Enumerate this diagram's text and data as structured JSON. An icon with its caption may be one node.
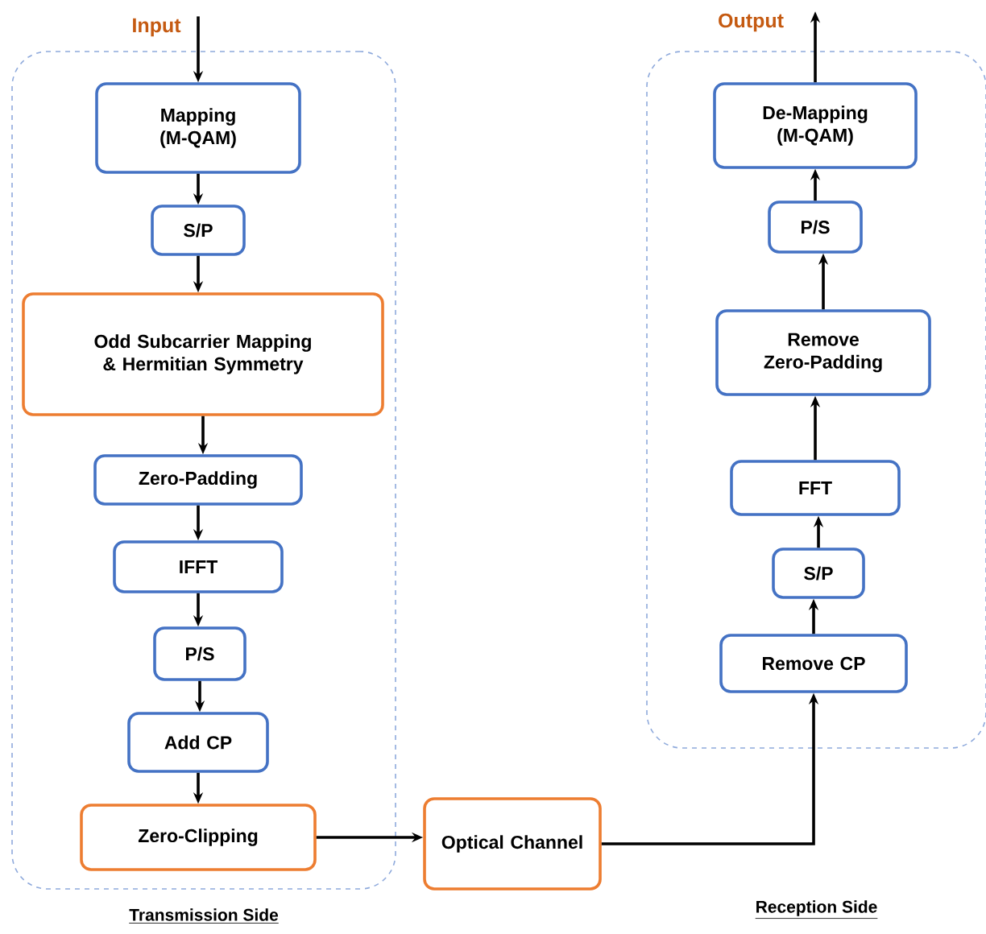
{
  "diagram": {
    "nodes": [
      {
        "text": [
          "Input"
        ]
      },
      {
        "text": [
          "Transmission Side"
        ]
      },
      {
        "text": [
          "Mapping (M-QAM)"
        ],
        "in": 1
      },
      {
        "text": [
          "S/P"
        ],
        "in": 1
      },
      {
        "text": [
          "Odd Subcarrier Mapping & Hermitian Symmetry"
        ],
        "in": 1
      },
      {
        "text": [
          "Zero-Padding"
        ],
        "in": 1
      },
      {
        "text": [
          "IFFT"
        ],
        "in": 1
      },
      {
        "text": [
          "P/S"
        ],
        "in": 1
      },
      {
        "text": [
          "Add CP"
        ],
        "in": 1
      },
      {
        "text": [
          "Zero-Clipping"
        ],
        "in": 1
      },
      {
        "text": [
          "Optical Channel"
        ]
      },
      {
        "text": [
          "Output"
        ]
      },
      {
        "text": [
          "Reception Side"
        ]
      },
      {
        "text": [
          "De-Mapping (M-QAM)"
        ],
        "in": 12
      },
      {
        "text": [
          "P/S"
        ],
        "in": 12
      },
      {
        "text": [
          "Remove Zero-Padding"
        ],
        "in": 12
      },
      {
        "text": [
          "FFT"
        ],
        "in": 12
      },
      {
        "text": [
          "S/P"
        ],
        "in": 12
      },
      {
        "text": [
          "Remove CP"
        ],
        "in": 12
      }
    ],
    "edges": [
      {
        "from": 0,
        "to": 2,
        "arrow": "to"
      },
      {
        "from": 2,
        "to": 3,
        "arrow": "to"
      },
      {
        "from": 3,
        "to": 4,
        "arrow": "to"
      },
      {
        "from": 4,
        "to": 5,
        "arrow": "to"
      },
      {
        "from": 5,
        "to": 6,
        "arrow": "to"
      },
      {
        "from": 6,
        "to": 7,
        "arrow": "to"
      },
      {
        "from": 7,
        "to": 8,
        "arrow": "to"
      },
      {
        "from": 8,
        "to": 9,
        "arrow": "to"
      },
      {
        "from": 9,
        "to": 10,
        "arrow": "to"
      },
      {
        "from": 10,
        "to": 18,
        "arrow": "to"
      },
      {
        "from": 18,
        "to": 17,
        "arrow": "to"
      },
      {
        "from": 17,
        "to": 16,
        "arrow": "to"
      },
      {
        "from": 16,
        "to": 15,
        "arrow": "to"
      },
      {
        "from": 15,
        "to": 14,
        "arrow": "to"
      },
      {
        "from": 14,
        "to": 13,
        "arrow": "to"
      },
      {
        "from": 13,
        "to": 11,
        "arrow": "to"
      }
    ]
  }
}
